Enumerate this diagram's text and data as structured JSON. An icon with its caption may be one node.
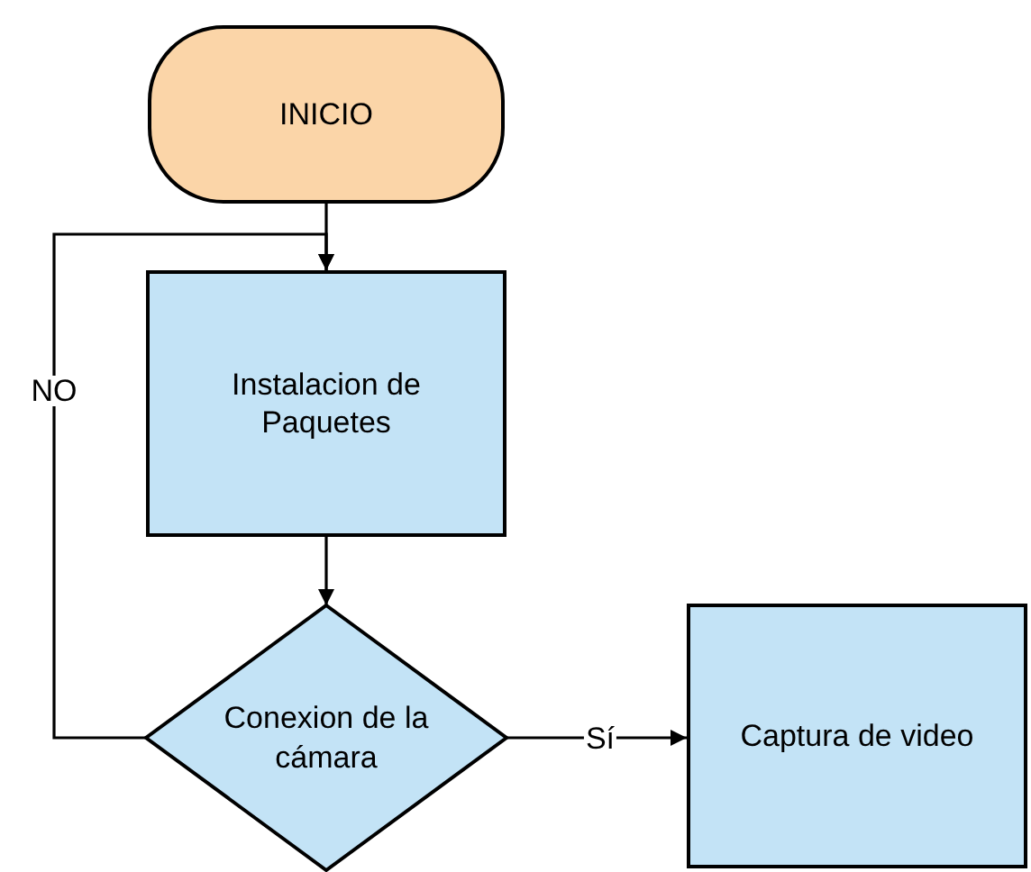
{
  "diagram": {
    "nodes": [
      {
        "text": [
          "INICIO"
        ]
      },
      {
        "text": [
          "Instalacion de Paquetes"
        ]
      },
      {
        "text": [
          "Conexion de la cámara"
        ]
      },
      {
        "text": [
          "Captura de video"
        ]
      }
    ],
    "edges": [
      {
        "from": 0,
        "to": 1,
        "arrow": "to"
      },
      {
        "from": 1,
        "to": 2,
        "arrow": "to"
      },
      {
        "from": 2,
        "to": 1,
        "arrow": "to",
        "label": "NO"
      },
      {
        "from": 2,
        "to": 3,
        "arrow": "to",
        "label": "Sí"
      }
    ]
  }
}
